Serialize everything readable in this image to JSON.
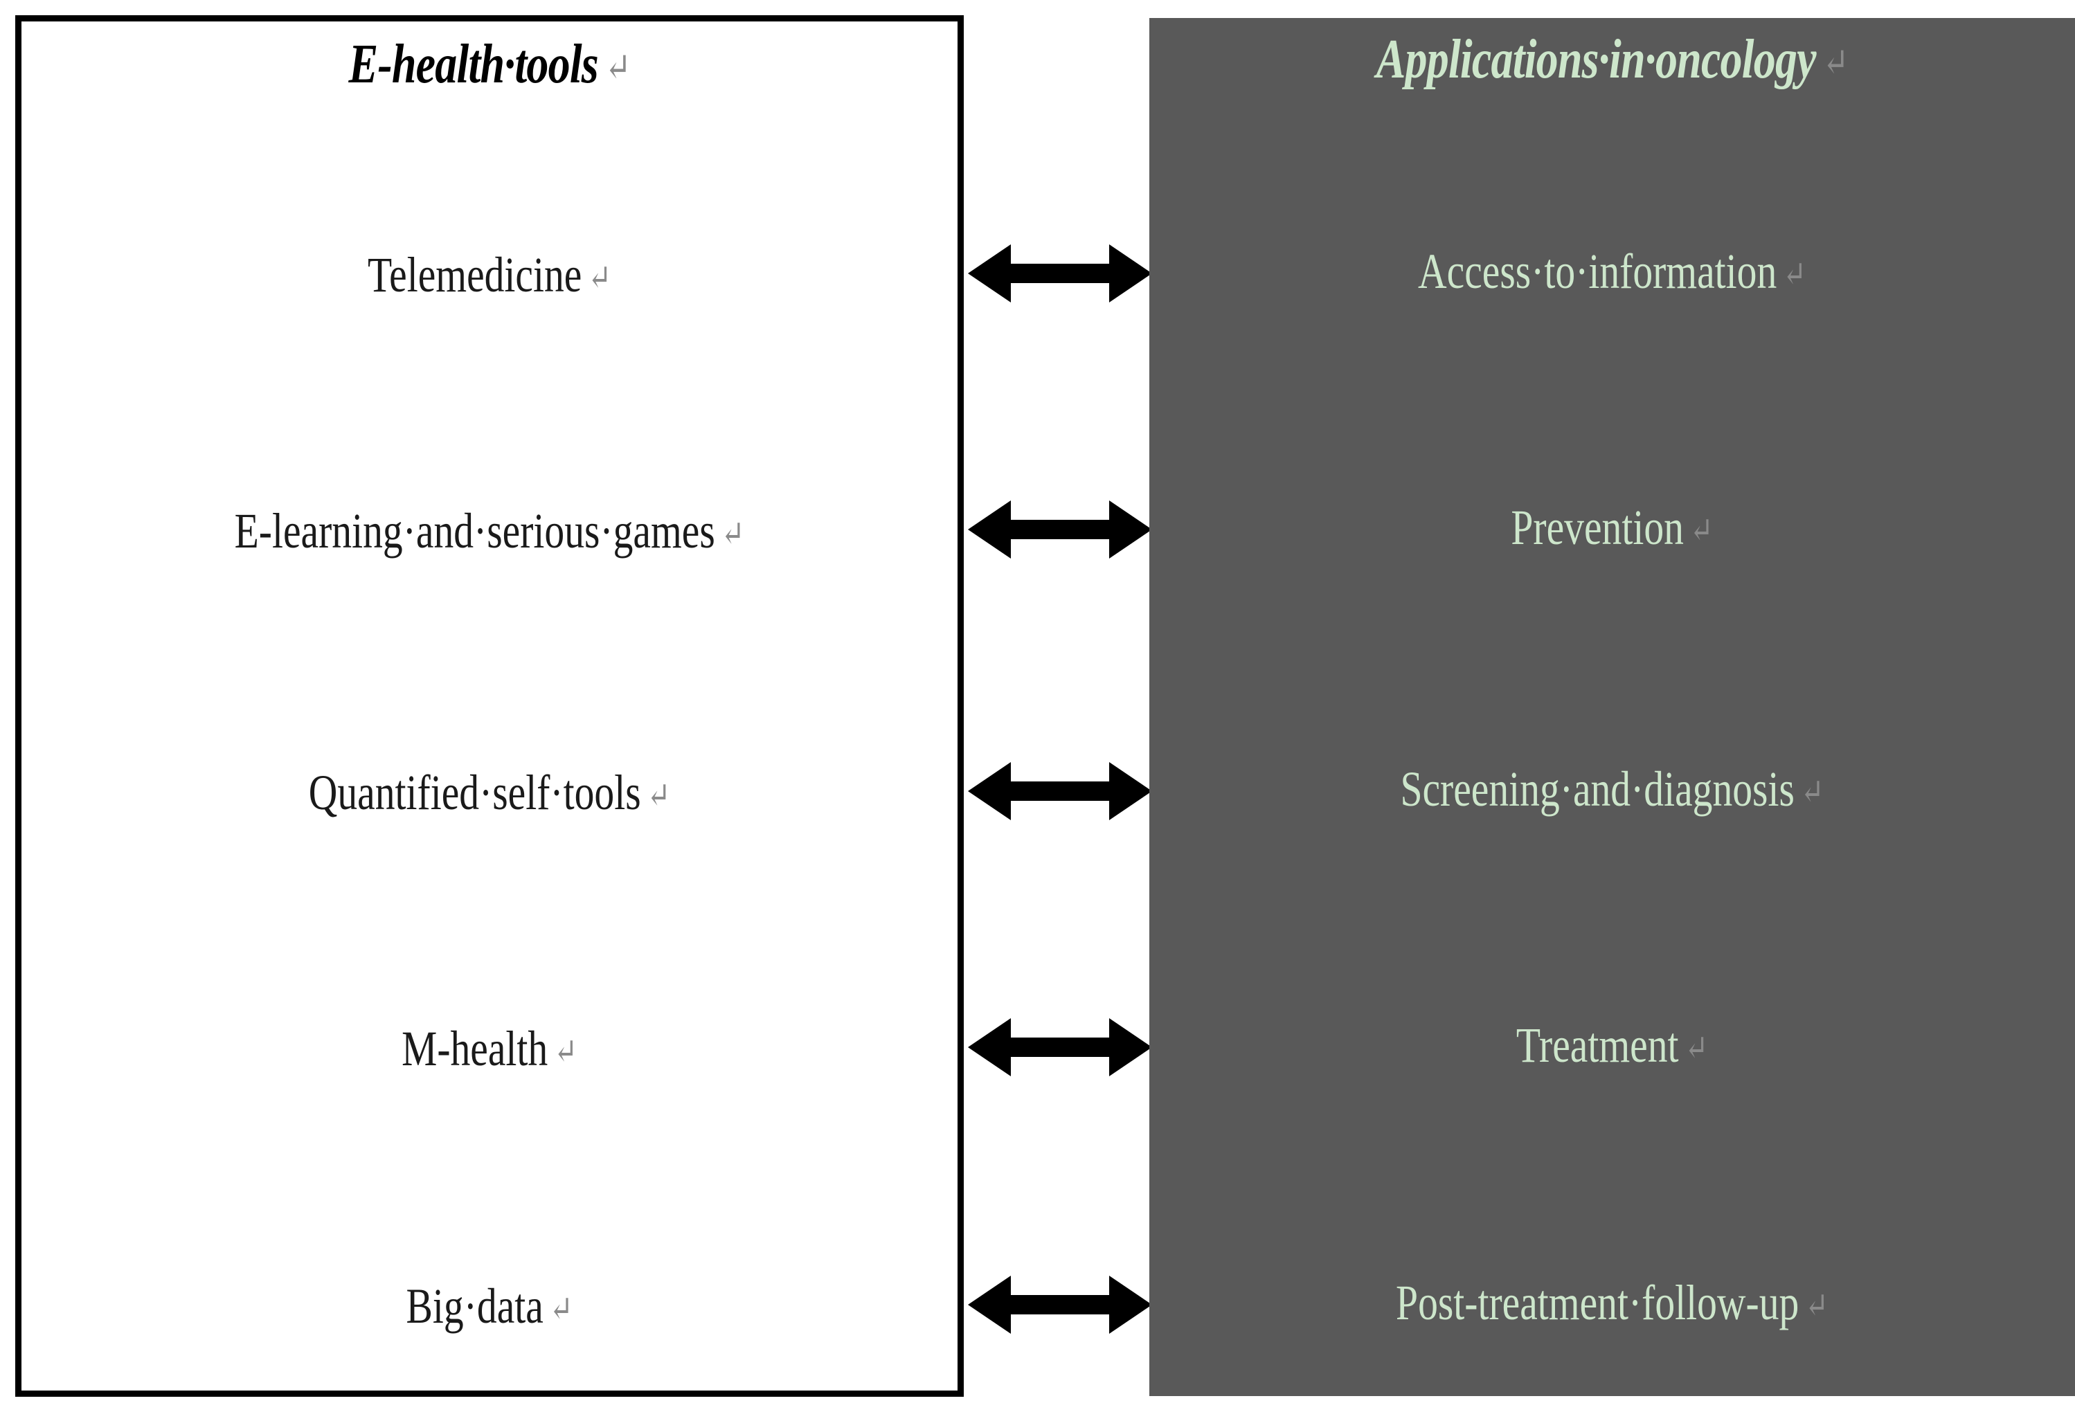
{
  "figure": {
    "type": "two-column-mapping-diagram",
    "background_color": "#FFFFFF",
    "space_mark": "·",
    "paragraph_mark": "↵"
  },
  "left_panel": {
    "title": "E-health·tools",
    "title_color": "#000000",
    "background_color": "#FFFFFF",
    "border_color": "#000000",
    "items": [
      {
        "label": "Telemedicine"
      },
      {
        "label": "E-learning·and·serious·games"
      },
      {
        "label": "Quantified·self·tools"
      },
      {
        "label": "M-health"
      },
      {
        "label": "Big·data"
      }
    ]
  },
  "right_panel": {
    "title": "Applications·in·oncology",
    "title_color": "#CDE6CB",
    "background_color": "#595959",
    "text_color": "#CDE6CB",
    "items": [
      {
        "label": "Access·to·information"
      },
      {
        "label": "Prevention"
      },
      {
        "label": "Screening·and·diagnosis"
      },
      {
        "label": "Treatment"
      },
      {
        "label": "Post-treatment·follow-up"
      }
    ]
  },
  "connectors": {
    "color": "#000000",
    "style": "double-headed-arrow",
    "count": 5,
    "pairs": [
      {
        "from": "Telemedicine",
        "to": "Access·to·information"
      },
      {
        "from": "E-learning·and·serious·games",
        "to": "Prevention"
      },
      {
        "from": "Quantified·self·tools",
        "to": "Screening·and·diagnosis"
      },
      {
        "from": "M-health",
        "to": "Treatment"
      },
      {
        "from": "Big·data",
        "to": "Post-treatment·follow-up"
      }
    ]
  }
}
